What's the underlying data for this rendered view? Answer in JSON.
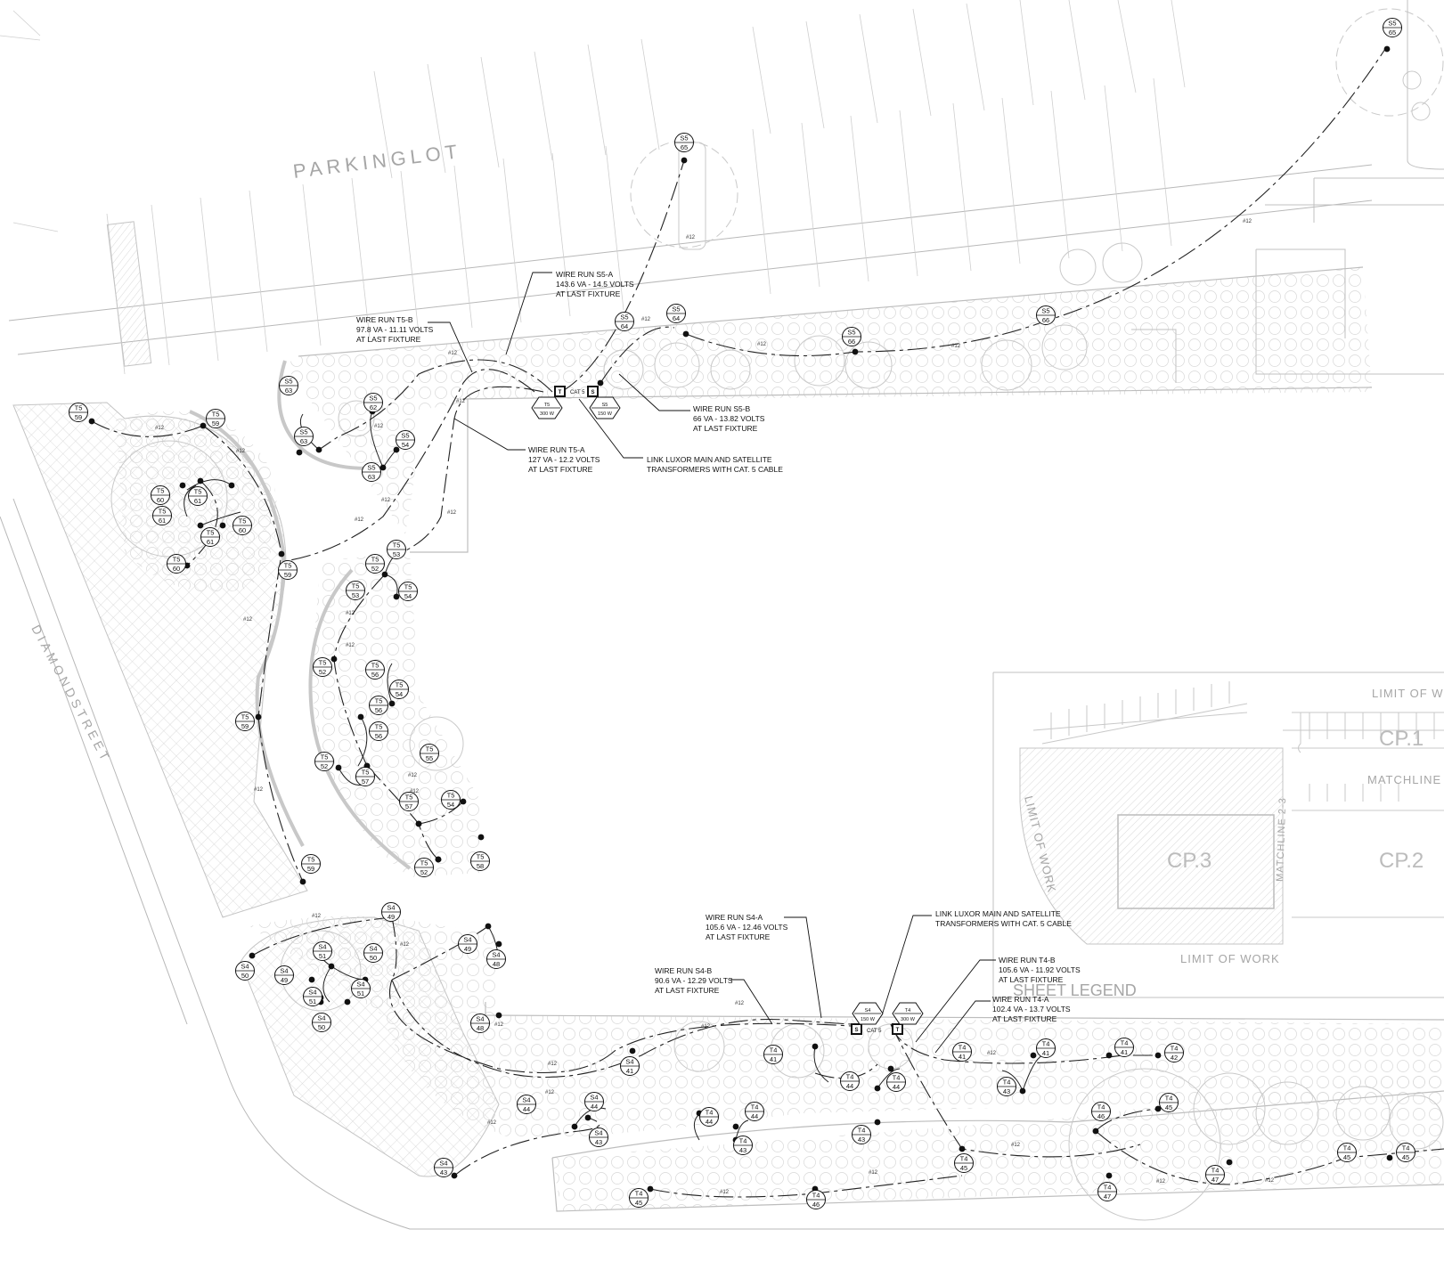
{
  "background_labels": {
    "parking_lot": "PARKINGLOT",
    "diamond_street": "DIAMONDSTREET",
    "limit_of_work_1": "LIMIT OF WO",
    "limit_of_work_2": "LIMIT OF WORK",
    "limit_of_work_3": "LIMIT OF WORK",
    "matchline_1": "MATCHLINE A",
    "matchline_2": "MATCHLINE 2-3",
    "sheet_legend": "SHEET LEGEND",
    "cp1": "CP.1",
    "cp2": "CP.2",
    "cp3": "CP.3"
  },
  "callouts": [
    {
      "id": "s5a",
      "lines": [
        "WIRE RUN S5-A",
        "143.6 VA - 14.5 VOLTS",
        "AT LAST FIXTURE"
      ]
    },
    {
      "id": "t5b",
      "lines": [
        "WIRE RUN T5-B",
        "97.8 VA - 11.11 VOLTS",
        "AT LAST FIXTURE"
      ]
    },
    {
      "id": "s5b",
      "lines": [
        "WIRE RUN S5-B",
        "66 VA - 13.82 VOLTS",
        "AT LAST FIXTURE"
      ]
    },
    {
      "id": "t5a",
      "lines": [
        "WIRE RUN T5-A",
        "127 VA - 12.2 VOLTS",
        "AT LAST FIXTURE"
      ]
    },
    {
      "id": "link1",
      "lines": [
        "LINK LUXOR MAIN AND SATELLITE",
        "TRANSFORMERS WITH CAT. 5 CABLE"
      ]
    },
    {
      "id": "s4a",
      "lines": [
        "WIRE RUN S4-A",
        "105.6 VA - 12.46 VOLTS",
        "AT LAST FIXTURE"
      ]
    },
    {
      "id": "link2",
      "lines": [
        "LINK LUXOR MAIN AND SATELLITE",
        "TRANSFORMERS WITH CAT. 5 CABLE"
      ]
    },
    {
      "id": "t4b",
      "lines": [
        "WIRE RUN T4-B",
        "105.6 VA - 11.92 VOLTS",
        "AT LAST FIXTURE"
      ]
    },
    {
      "id": "s4b",
      "lines": [
        "WIRE RUN S4-B",
        "90.6 VA - 12.29 VOLTS",
        "AT LAST FIXTURE"
      ]
    },
    {
      "id": "t4a",
      "lines": [
        "WIRE RUN T4-A",
        "102.4 VA - 13.7 VOLTS",
        "AT LAST FIXTURE"
      ]
    }
  ],
  "transformers": [
    {
      "id": "xfmr-t5",
      "box": "T",
      "hex_top": "T5",
      "hex_bottom": "300 W",
      "cable": "CAT 5"
    },
    {
      "id": "xfmr-s5",
      "box": "S",
      "hex_top": "S5",
      "hex_bottom": "150 W"
    },
    {
      "id": "xfmr-s4",
      "box": "S",
      "hex_top": "S4",
      "hex_bottom": "150 W",
      "cable": "CAT 5"
    },
    {
      "id": "xfmr-t4",
      "box": "T",
      "hex_top": "T4",
      "hex_bottom": "300 W"
    }
  ],
  "wire_gauge": "#12",
  "fixture_tags": [
    [
      "S5",
      "65"
    ],
    [
      "S5",
      "65"
    ],
    [
      "S5",
      "64"
    ],
    [
      "S5",
      "64"
    ],
    [
      "S5",
      "66"
    ],
    [
      "S5",
      "66"
    ],
    [
      "S5",
      "63"
    ],
    [
      "S5",
      "63"
    ],
    [
      "S5",
      "63"
    ],
    [
      "S5",
      "62"
    ],
    [
      "S5",
      "54"
    ],
    [
      "T5",
      "59"
    ],
    [
      "T5",
      "59"
    ],
    [
      "T5",
      "60"
    ],
    [
      "T5",
      "61"
    ],
    [
      "T5",
      "61"
    ],
    [
      "T5",
      "60"
    ],
    [
      "T5",
      "61"
    ],
    [
      "T5",
      "60"
    ],
    [
      "T5",
      "59"
    ],
    [
      "T5",
      "59"
    ],
    [
      "T5",
      "59"
    ],
    [
      "T5",
      "53"
    ],
    [
      "T5",
      "52"
    ],
    [
      "T5",
      "54"
    ],
    [
      "T5",
      "53"
    ],
    [
      "T5",
      "52"
    ],
    [
      "T5",
      "56"
    ],
    [
      "T5",
      "54"
    ],
    [
      "T5",
      "56"
    ],
    [
      "T5",
      "56"
    ],
    [
      "T5",
      "55"
    ],
    [
      "T5",
      "52"
    ],
    [
      "T5",
      "57"
    ],
    [
      "T5",
      "57"
    ],
    [
      "T5",
      "54"
    ],
    [
      "T5",
      "52"
    ],
    [
      "T5",
      "58"
    ],
    [
      "S4",
      "49"
    ],
    [
      "S4",
      "50"
    ],
    [
      "S4",
      "51"
    ],
    [
      "S4",
      "50"
    ],
    [
      "S4",
      "49"
    ],
    [
      "S4",
      "51"
    ],
    [
      "S4",
      "51"
    ],
    [
      "S4",
      "50"
    ],
    [
      "S4",
      "49"
    ],
    [
      "S4",
      "48"
    ],
    [
      "S4",
      "48"
    ],
    [
      "S4",
      "41"
    ],
    [
      "S4",
      "44"
    ],
    [
      "S4",
      "44"
    ],
    [
      "S4",
      "43"
    ],
    [
      "S4",
      "43"
    ],
    [
      "T4",
      "44"
    ],
    [
      "T4",
      "44"
    ],
    [
      "T4",
      "43"
    ],
    [
      "T4",
      "41"
    ],
    [
      "T4",
      "44"
    ],
    [
      "T4",
      "44"
    ],
    [
      "T4",
      "43"
    ],
    [
      "T4",
      "41"
    ],
    [
      "T4",
      "43"
    ],
    [
      "T4",
      "41"
    ],
    [
      "T4",
      "41"
    ],
    [
      "T4",
      "42"
    ],
    [
      "T4",
      "45"
    ],
    [
      "T4",
      "45"
    ],
    [
      "T4",
      "46"
    ],
    [
      "T4",
      "45"
    ],
    [
      "T4",
      "46"
    ],
    [
      "T4",
      "47"
    ],
    [
      "T4",
      "47"
    ],
    [
      "T4",
      "45"
    ],
    [
      "T4",
      "45"
    ]
  ]
}
